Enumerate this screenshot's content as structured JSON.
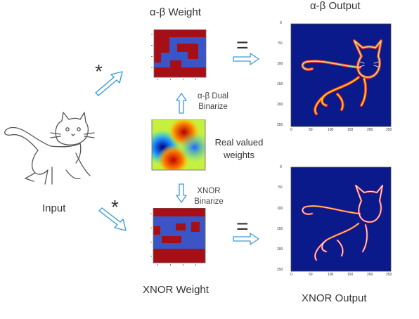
{
  "titles": {
    "ab_weight": "α-β Weight",
    "ab_output": "α-β Output",
    "xnor_weight": "XNOR Weight",
    "xnor_output": "XNOR Output",
    "input": "Input"
  },
  "annotations": {
    "ab_binarize_line1": "α-β Dual",
    "ab_binarize_line2": "Binarize",
    "real_line1": "Real valued",
    "real_line2": "weights",
    "xnor_binarize_line1": "XNOR",
    "xnor_binarize_line2": "Binarize",
    "conv_symbol_top": "*",
    "conv_symbol_bottom": "*",
    "equals_top": "=",
    "equals_bottom": "="
  },
  "output_axes": {
    "y_ticks": [
      "0",
      "50",
      "100",
      "150",
      "200",
      "250"
    ],
    "x_ticks": [
      "0",
      "50",
      "100",
      "150",
      "200",
      "250"
    ]
  },
  "colors": {
    "heat_red": "#a50f15",
    "heat_blue": "#3b55c6",
    "output_bg": "#0b1a8a",
    "arrow": "#3a9bd5"
  }
}
